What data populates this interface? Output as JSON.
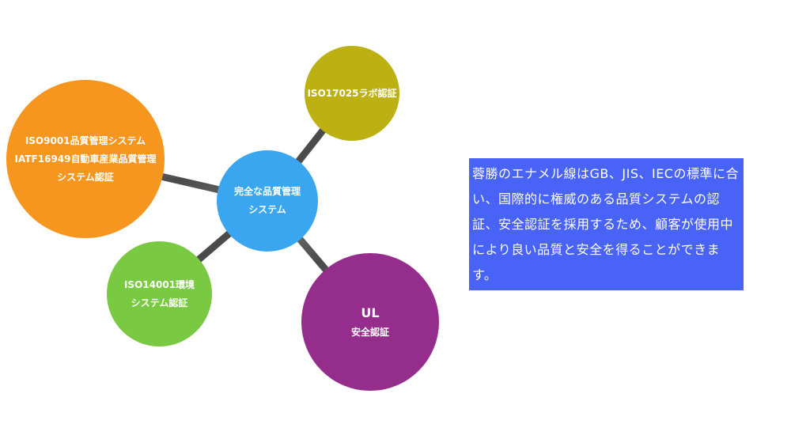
{
  "center": {
    "line1": "完全な品質管理",
    "line2": "システム"
  },
  "iso9001": {
    "line1": "ISO9001品質管理システム",
    "line2": "IATF16949自動車産業品質管理",
    "line3": "システム認証"
  },
  "iso17025": {
    "label": "ISO17025ラボ認証"
  },
  "iso14001": {
    "line1": "ISO14001環境",
    "line2": "システム認証"
  },
  "ul": {
    "title": "UL",
    "subtitle": "安全認証"
  },
  "description": "蓉勝のエナメル線はGB、JIS、IECの標準に合い、国際的に権威のある品質システムの認証、安全認証を採用するため、顧客が使用中により良い品質と安全を得ることができます。",
  "colors": {
    "center": "#3aa6ef",
    "iso9001": "#f7961f",
    "iso17025": "#bcb012",
    "iso14001": "#7ac943",
    "ul": "#952d8d",
    "description_bg": "#4a63f7",
    "connector": "#555555"
  }
}
